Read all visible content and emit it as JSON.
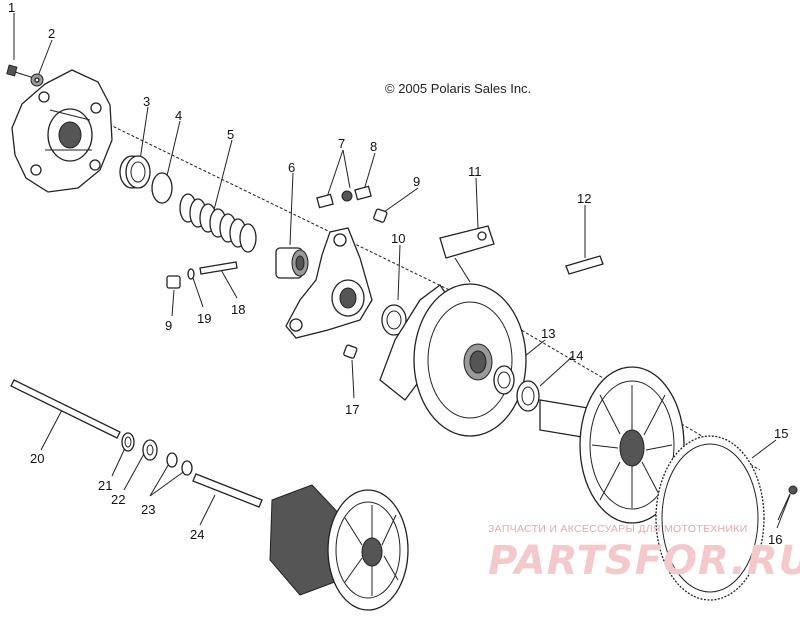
{
  "copyright": "© 2005 Polaris Sales Inc.",
  "watermark": {
    "tagline": "ЗАПЧАСТИ И АКСЕССУАРЫ ДЛЯ МОТОТЕХНИКИ",
    "brand": "PARTSFOR.RU"
  },
  "callouts": [
    "1",
    "2",
    "3",
    "4",
    "5",
    "6",
    "7",
    "8",
    "9",
    "9",
    "10",
    "11",
    "12",
    "13",
    "14",
    "15",
    "16",
    "17",
    "18",
    "19",
    "20",
    "21",
    "22",
    "23",
    "24"
  ]
}
